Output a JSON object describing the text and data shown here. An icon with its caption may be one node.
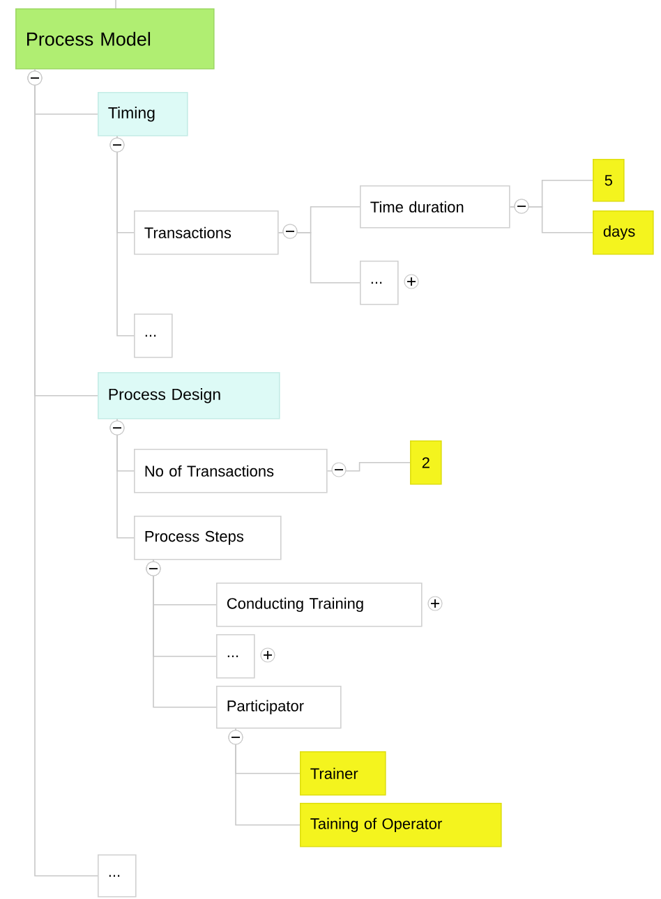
{
  "diagram": {
    "nodes": [
      {
        "text": [
          "Process Model"
        ]
      },
      {
        "text": [
          "Timing"
        ]
      },
      {
        "text": [
          "Transactions"
        ]
      },
      {
        "text": [
          "Time duration"
        ]
      },
      {
        "text": [
          "5"
        ]
      },
      {
        "text": [
          "days"
        ]
      },
      {
        "text": [
          "..."
        ]
      },
      {
        "text": [
          "..."
        ]
      },
      {
        "text": [
          "Process Design"
        ]
      },
      {
        "text": [
          "No of Transactions"
        ]
      },
      {
        "text": [
          "2"
        ]
      },
      {
        "text": [
          "Process Steps"
        ]
      },
      {
        "text": [
          "Conducting Training"
        ]
      },
      {
        "text": [
          "..."
        ]
      },
      {
        "text": [
          "Participator"
        ]
      },
      {
        "text": [
          "Trainer"
        ]
      },
      {
        "text": [
          "Taining of Operator"
        ]
      },
      {
        "text": [
          "..."
        ]
      }
    ],
    "edges": [
      {
        "from": 0,
        "to": 1,
        "arrow": "other"
      },
      {
        "from": 1,
        "to": 2,
        "arrow": "other"
      },
      {
        "from": 2,
        "to": 3,
        "arrow": "other"
      },
      {
        "from": 3,
        "to": 4,
        "arrow": "other"
      },
      {
        "from": 3,
        "to": 5,
        "arrow": "other"
      },
      {
        "from": 2,
        "to": 6,
        "arrow": "other"
      },
      {
        "from": 1,
        "to": 7,
        "arrow": "other"
      },
      {
        "from": 0,
        "to": 8,
        "arrow": "other"
      },
      {
        "from": 8,
        "to": 9,
        "arrow": "other"
      },
      {
        "from": 9,
        "to": 10,
        "arrow": "other"
      },
      {
        "from": 8,
        "to": 11,
        "arrow": "other"
      },
      {
        "from": 11,
        "to": 12,
        "arrow": "other"
      },
      {
        "from": 11,
        "to": 13,
        "arrow": "other"
      },
      {
        "from": 11,
        "to": 14,
        "arrow": "other"
      },
      {
        "from": 14,
        "to": 15,
        "arrow": "other"
      },
      {
        "from": 14,
        "to": 16,
        "arrow": "other"
      },
      {
        "from": 0,
        "to": 17,
        "arrow": "other"
      }
    ]
  }
}
